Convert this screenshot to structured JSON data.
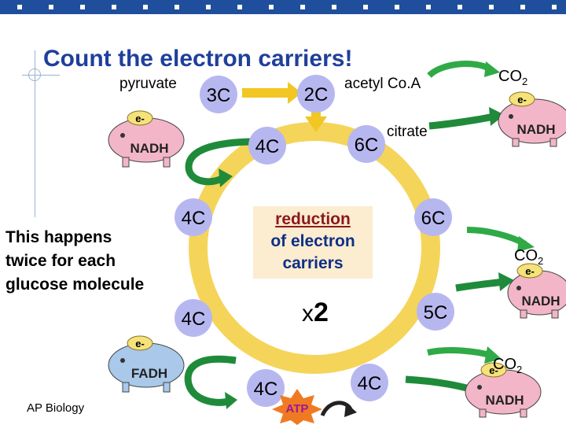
{
  "title": "Count the electron carriers!",
  "labels": {
    "pyruvate": "pyruvate",
    "acetyl_coa": "acetyl Co.A",
    "citrate": "citrate",
    "note": "This happens twice for each glucose molecule",
    "reduction_line1": "reduction",
    "reduction_line2": "of electron",
    "reduction_line3": "carriers",
    "multiplier_x": "x",
    "multiplier_n": "2",
    "footer": "AP Biology",
    "atp": "ATP"
  },
  "carbons": {
    "pyruvate": "3C",
    "acetyl": "2C",
    "oxaloacetate": "4C",
    "citrate": "6C",
    "right_top": "6C",
    "left_upper": "4C",
    "left_lower": "4C",
    "right_lower": "5C",
    "bottom_left": "4C",
    "bottom_right": "4C"
  },
  "co2": {
    "main": "CO",
    "sub": "2"
  },
  "carriers": {
    "nadh": "NADH",
    "fadh": "FADH",
    "electron": "e-"
  },
  "colors": {
    "title": "#1f3f9c",
    "cycle": "#f2c623",
    "carbon_circle": "#b7b7f0",
    "arrow_green": "#1f8b3a",
    "pig_pink": "#f2b6c8",
    "pig_blue": "#a9c8ea",
    "atp_star": "#f07a22"
  }
}
